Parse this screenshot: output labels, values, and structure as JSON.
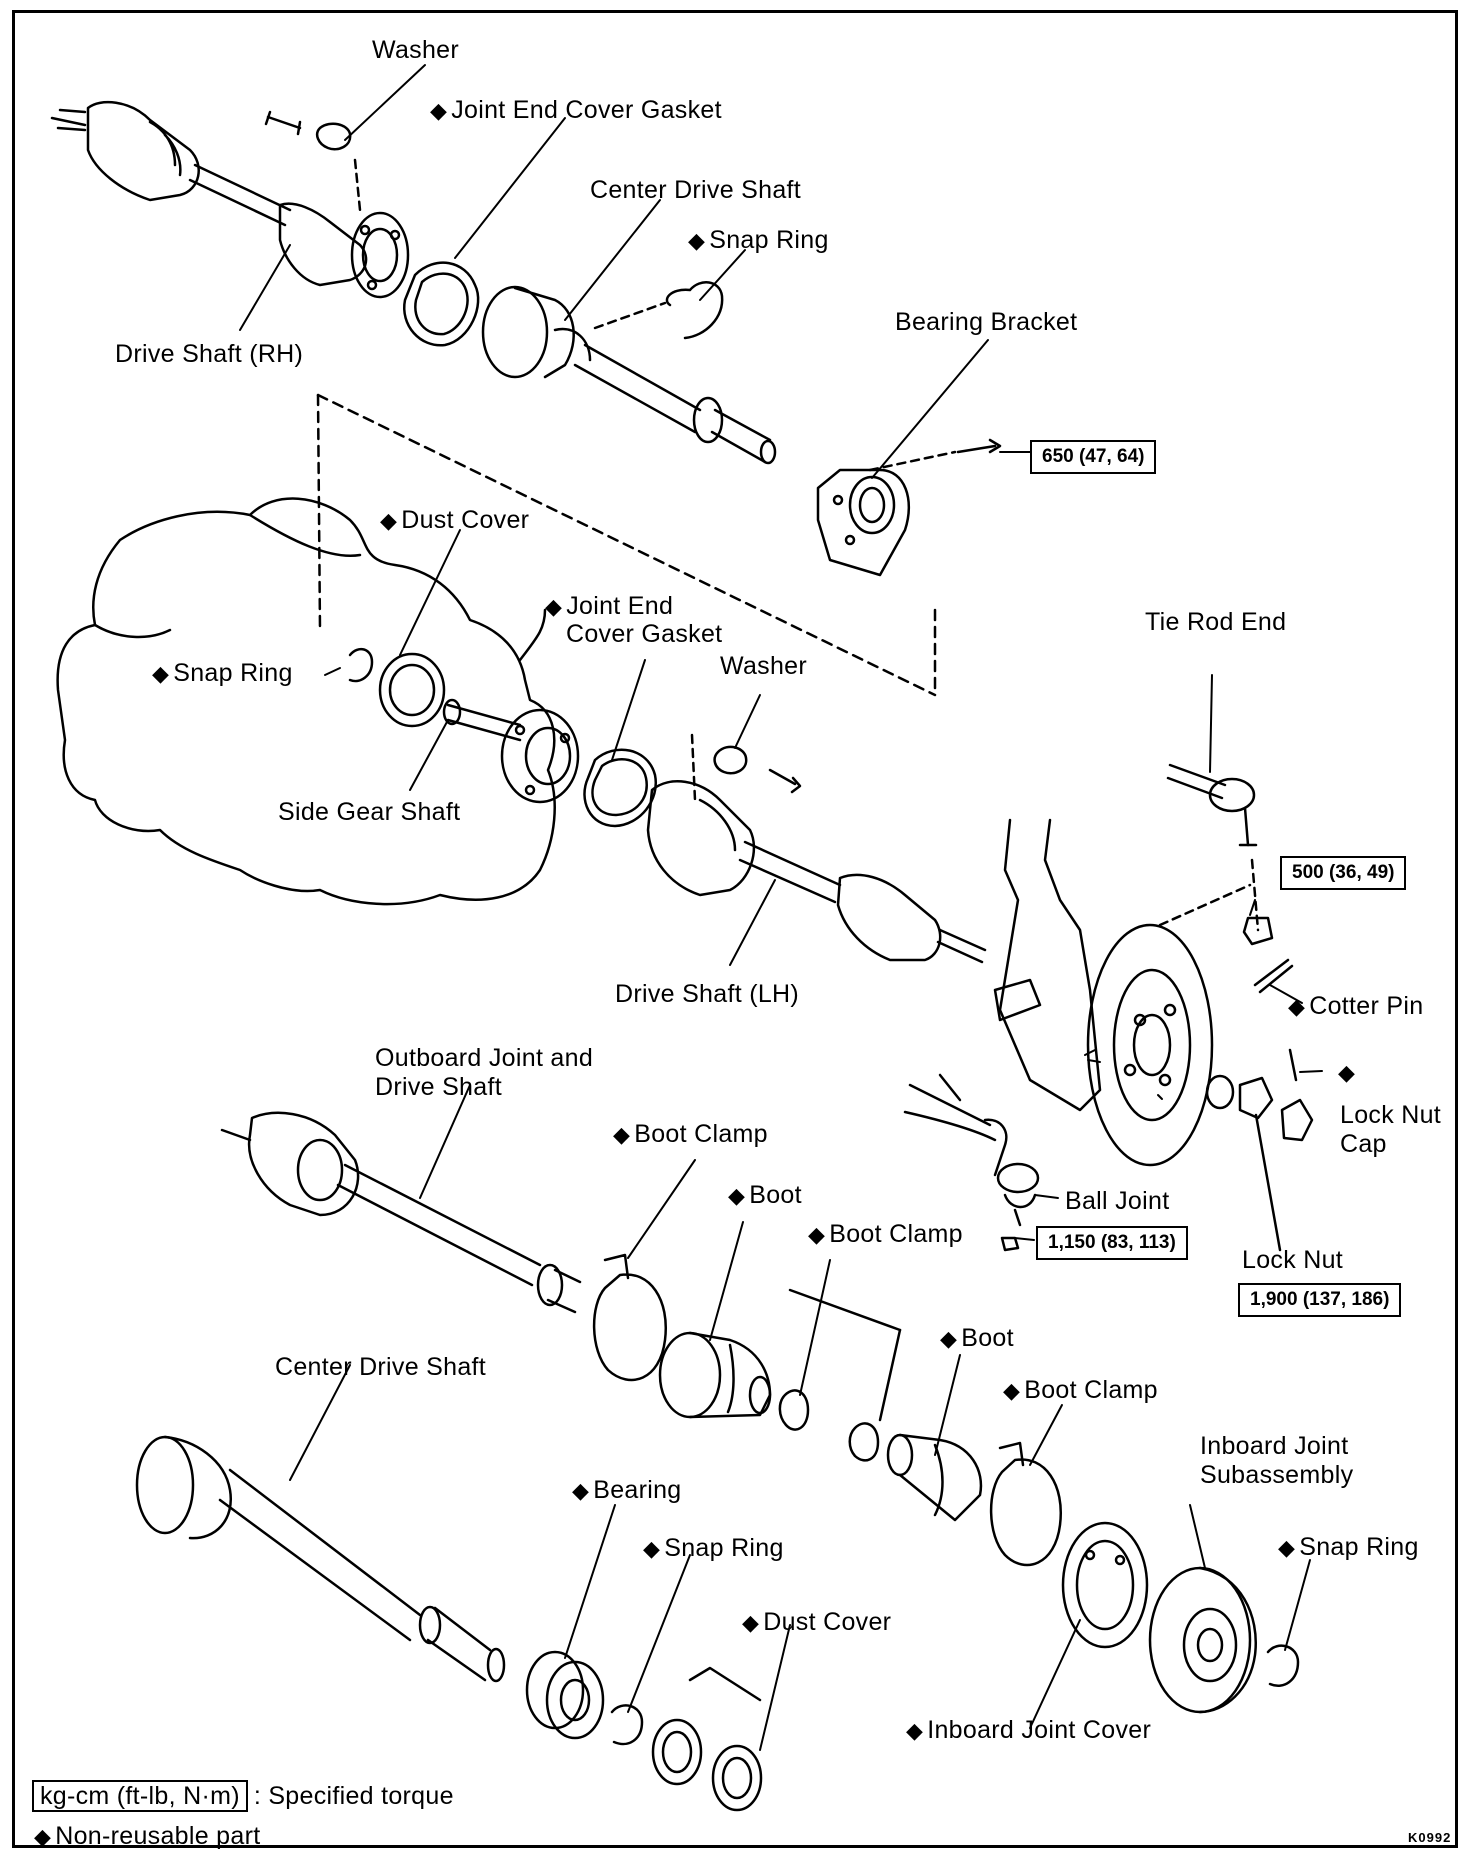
{
  "labels": {
    "washer_top": "Washer",
    "joint_end_cover_gasket_top": "Joint End Cover Gasket",
    "center_drive_shaft_top": "Center Drive Shaft",
    "snap_ring_top": "Snap Ring",
    "drive_shaft_rh": "Drive Shaft (RH)",
    "bearing_bracket": "Bearing Bracket",
    "dust_cover_mid": "Dust Cover",
    "joint_end_cover_gasket_mid_1": "Joint End",
    "joint_end_cover_gasket_mid_2": "Cover Gasket",
    "washer_mid": "Washer",
    "tie_rod_end": "Tie Rod End",
    "snap_ring_mid": "Snap Ring",
    "side_gear_shaft": "Side Gear Shaft",
    "drive_shaft_lh": "Drive Shaft (LH)",
    "cotter_pin": "Cotter Pin",
    "outboard_joint_1": "Outboard Joint and",
    "outboard_joint_2": "Drive Shaft",
    "boot_clamp_1": "Boot Clamp",
    "boot_1": "Boot",
    "boot_clamp_2": "Boot Clamp",
    "lock_nut_cap_1": "Lock Nut",
    "lock_nut_cap_2": "Cap",
    "ball_joint": "Ball Joint",
    "lock_nut": "Lock Nut",
    "center_drive_shaft_bottom": "Center Drive Shaft",
    "boot_2": "Boot",
    "boot_clamp_3": "Boot Clamp",
    "inboard_joint_1": "Inboard Joint",
    "inboard_joint_2": "Subassembly",
    "bearing": "Bearing",
    "snap_ring_bottom_mid": "Snap Ring",
    "snap_ring_bottom_right": "Snap Ring",
    "dust_cover_bottom": "Dust Cover",
    "inboard_joint_cover": "Inboard Joint Cover"
  },
  "torques": {
    "bearing_bracket_bolt": "650 (47, 64)",
    "tie_rod_nut": "500 (36, 49)",
    "ball_joint_bolt": "1,150 (83, 113)",
    "lock_nut": "1,900 (137, 186)"
  },
  "legend": {
    "unit_box": "kg-cm (ft-lb, N·m)",
    "unit_desc": ": Specified torque",
    "nonreusable": "Non-reusable part",
    "diamond": "◆"
  },
  "figure_code": "K0992"
}
